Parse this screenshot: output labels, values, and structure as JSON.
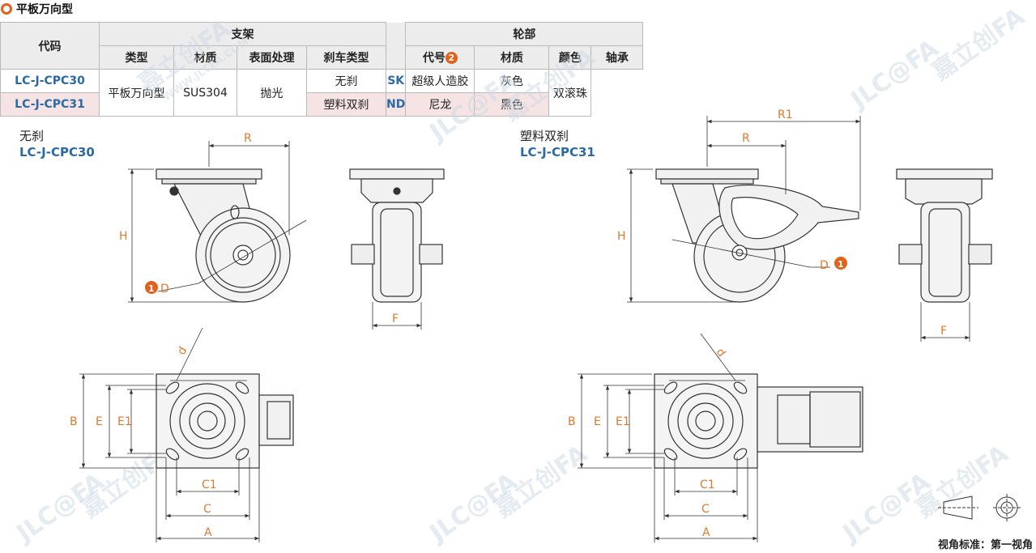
{
  "section": {
    "title": "平板万向型"
  },
  "table": {
    "group_headers": {
      "code": "代码",
      "bracket": "支架",
      "wheel": "轮部"
    },
    "sub_headers": {
      "type": "类型",
      "material": "材质",
      "surface": "表面处理",
      "brake": "刹车类型",
      "wheel_code": "代号",
      "wheel_code_badge": "2",
      "wheel_material": "材质",
      "color": "颜色",
      "bearing": "轴承"
    },
    "rows": [
      {
        "code": "LC-J-CPC30",
        "brake": "无刹",
        "wheel_code": "SK",
        "wheel_material": "超级人造胶",
        "color": "灰色"
      },
      {
        "code": "LC-J-CPC31",
        "brake": "塑料双刹",
        "wheel_code": "ND",
        "wheel_material": "尼龙",
        "color": "黑色"
      }
    ],
    "merged": {
      "type": "平板万向型",
      "material": "SUS304",
      "surface": "抛光",
      "bearing": "双滚珠"
    }
  },
  "variants": [
    {
      "label": "无刹",
      "code": "LC-J-CPC30"
    },
    {
      "label": "塑料双刹",
      "code": "LC-J-CPC31"
    }
  ],
  "dimension_labels": {
    "R": "R",
    "R1": "R1",
    "H": "H",
    "D": "D",
    "F": "F",
    "d": "d",
    "B": "B",
    "E": "E",
    "E1": "E1",
    "C": "C",
    "C1": "C1",
    "A": "A",
    "badge1": "1"
  },
  "watermark": {
    "brand": "JLC@FA",
    "cn": "嘉立创FA",
    "url": "WWW.JLCFA.COM"
  },
  "view_note": "视角标准：第一视角",
  "colors": {
    "accent": "#e2621b",
    "code_blue": "#2b6aa5",
    "dim_orange": "#e07a2f",
    "row_pink": "#f6e3e3"
  }
}
